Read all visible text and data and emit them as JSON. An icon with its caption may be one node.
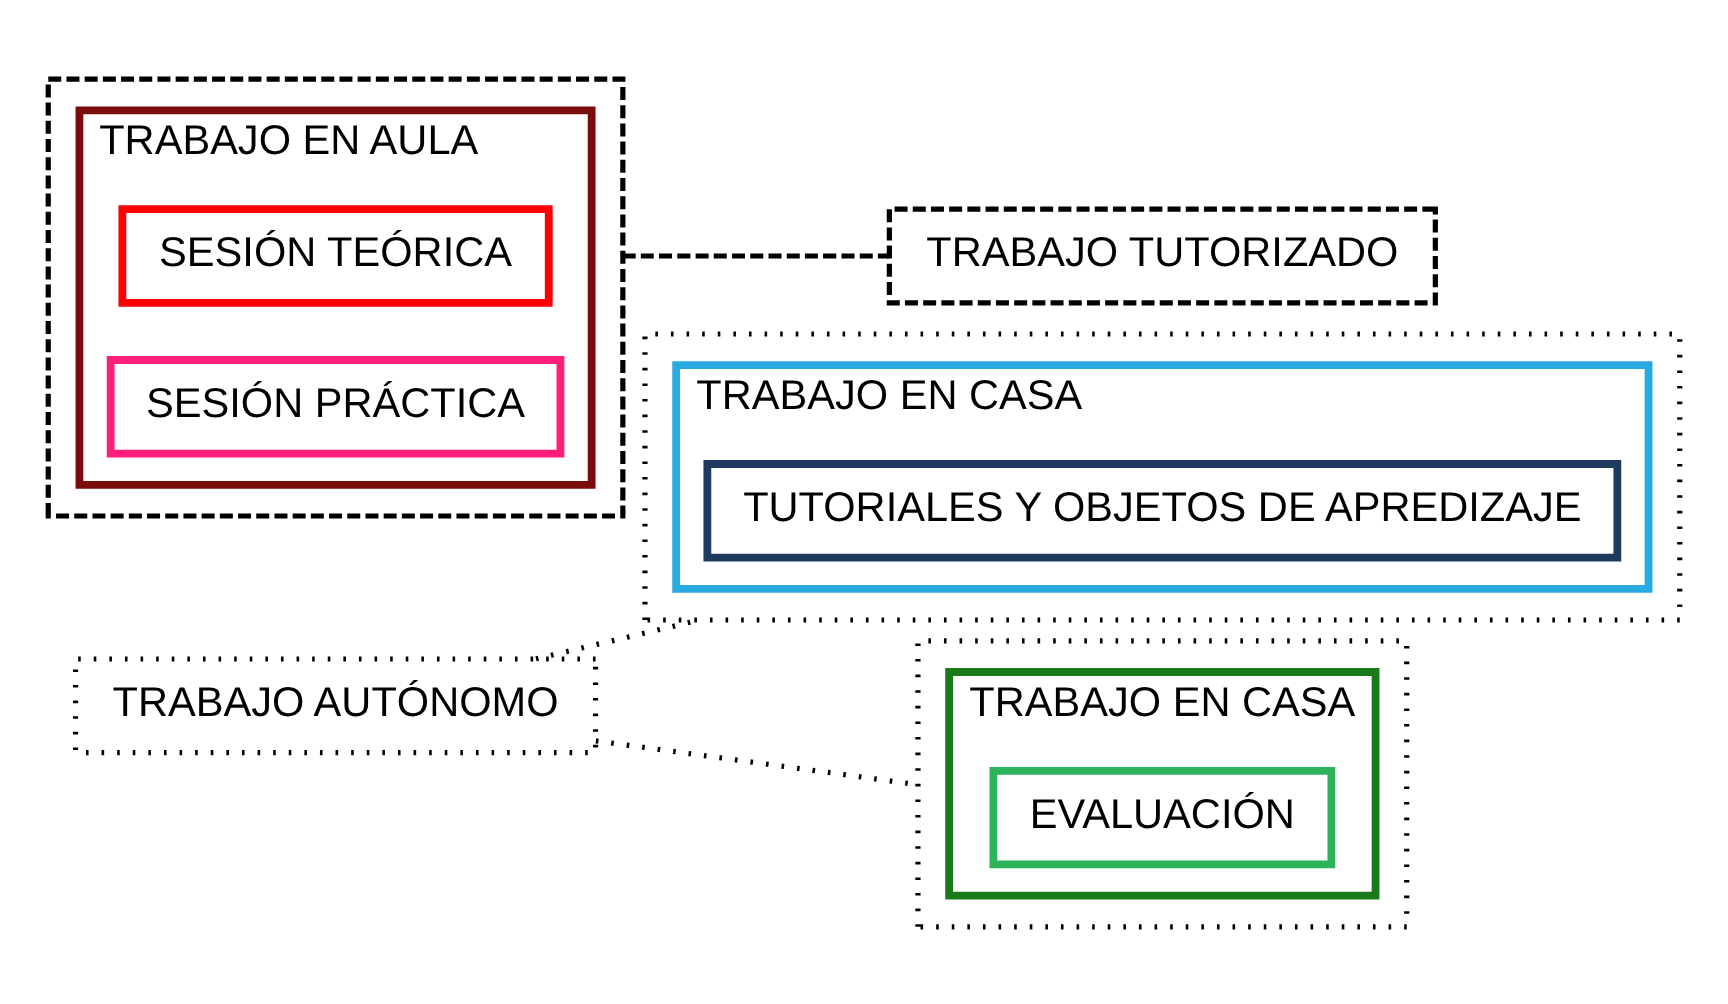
{
  "diagram": {
    "nodes": [
      {
        "text": [
          "TRABAJO AUTÓNOMO"
        ]
      },
      {
        "text": [],
        "shape": "box"
      },
      {
        "text": [
          "TRABAJO EN CASA"
        ],
        "in": 1
      },
      {
        "text": [
          "TUTORIALES Y OBJETOS DE APREDIZAJE"
        ],
        "in": 2
      },
      {
        "text": [],
        "shape": "box"
      },
      {
        "text": [
          "TRABAJO EN AULA"
        ],
        "in": 4
      },
      {
        "text": [
          "SESIÓN TEÓRICA"
        ],
        "in": 5
      },
      {
        "text": [
          "SESIÓN PRÁCTICA"
        ],
        "in": 5
      },
      {
        "text": [
          "TRABAJO TUTORIZADO"
        ]
      },
      {
        "text": [],
        "shape": "box"
      },
      {
        "text": [
          "TRABAJO EN CASA"
        ],
        "in": 9
      },
      {
        "text": [
          "EVALUACIÓN"
        ],
        "in": 10
      }
    ],
    "edges": [
      {
        "from": 0,
        "to": 1,
        "arrow": "none"
      },
      {
        "from": 0,
        "to": 9,
        "arrow": "none"
      },
      {
        "from": 4,
        "to": 8,
        "arrow": "none",
        "style": "dashed"
      }
    ]
  }
}
